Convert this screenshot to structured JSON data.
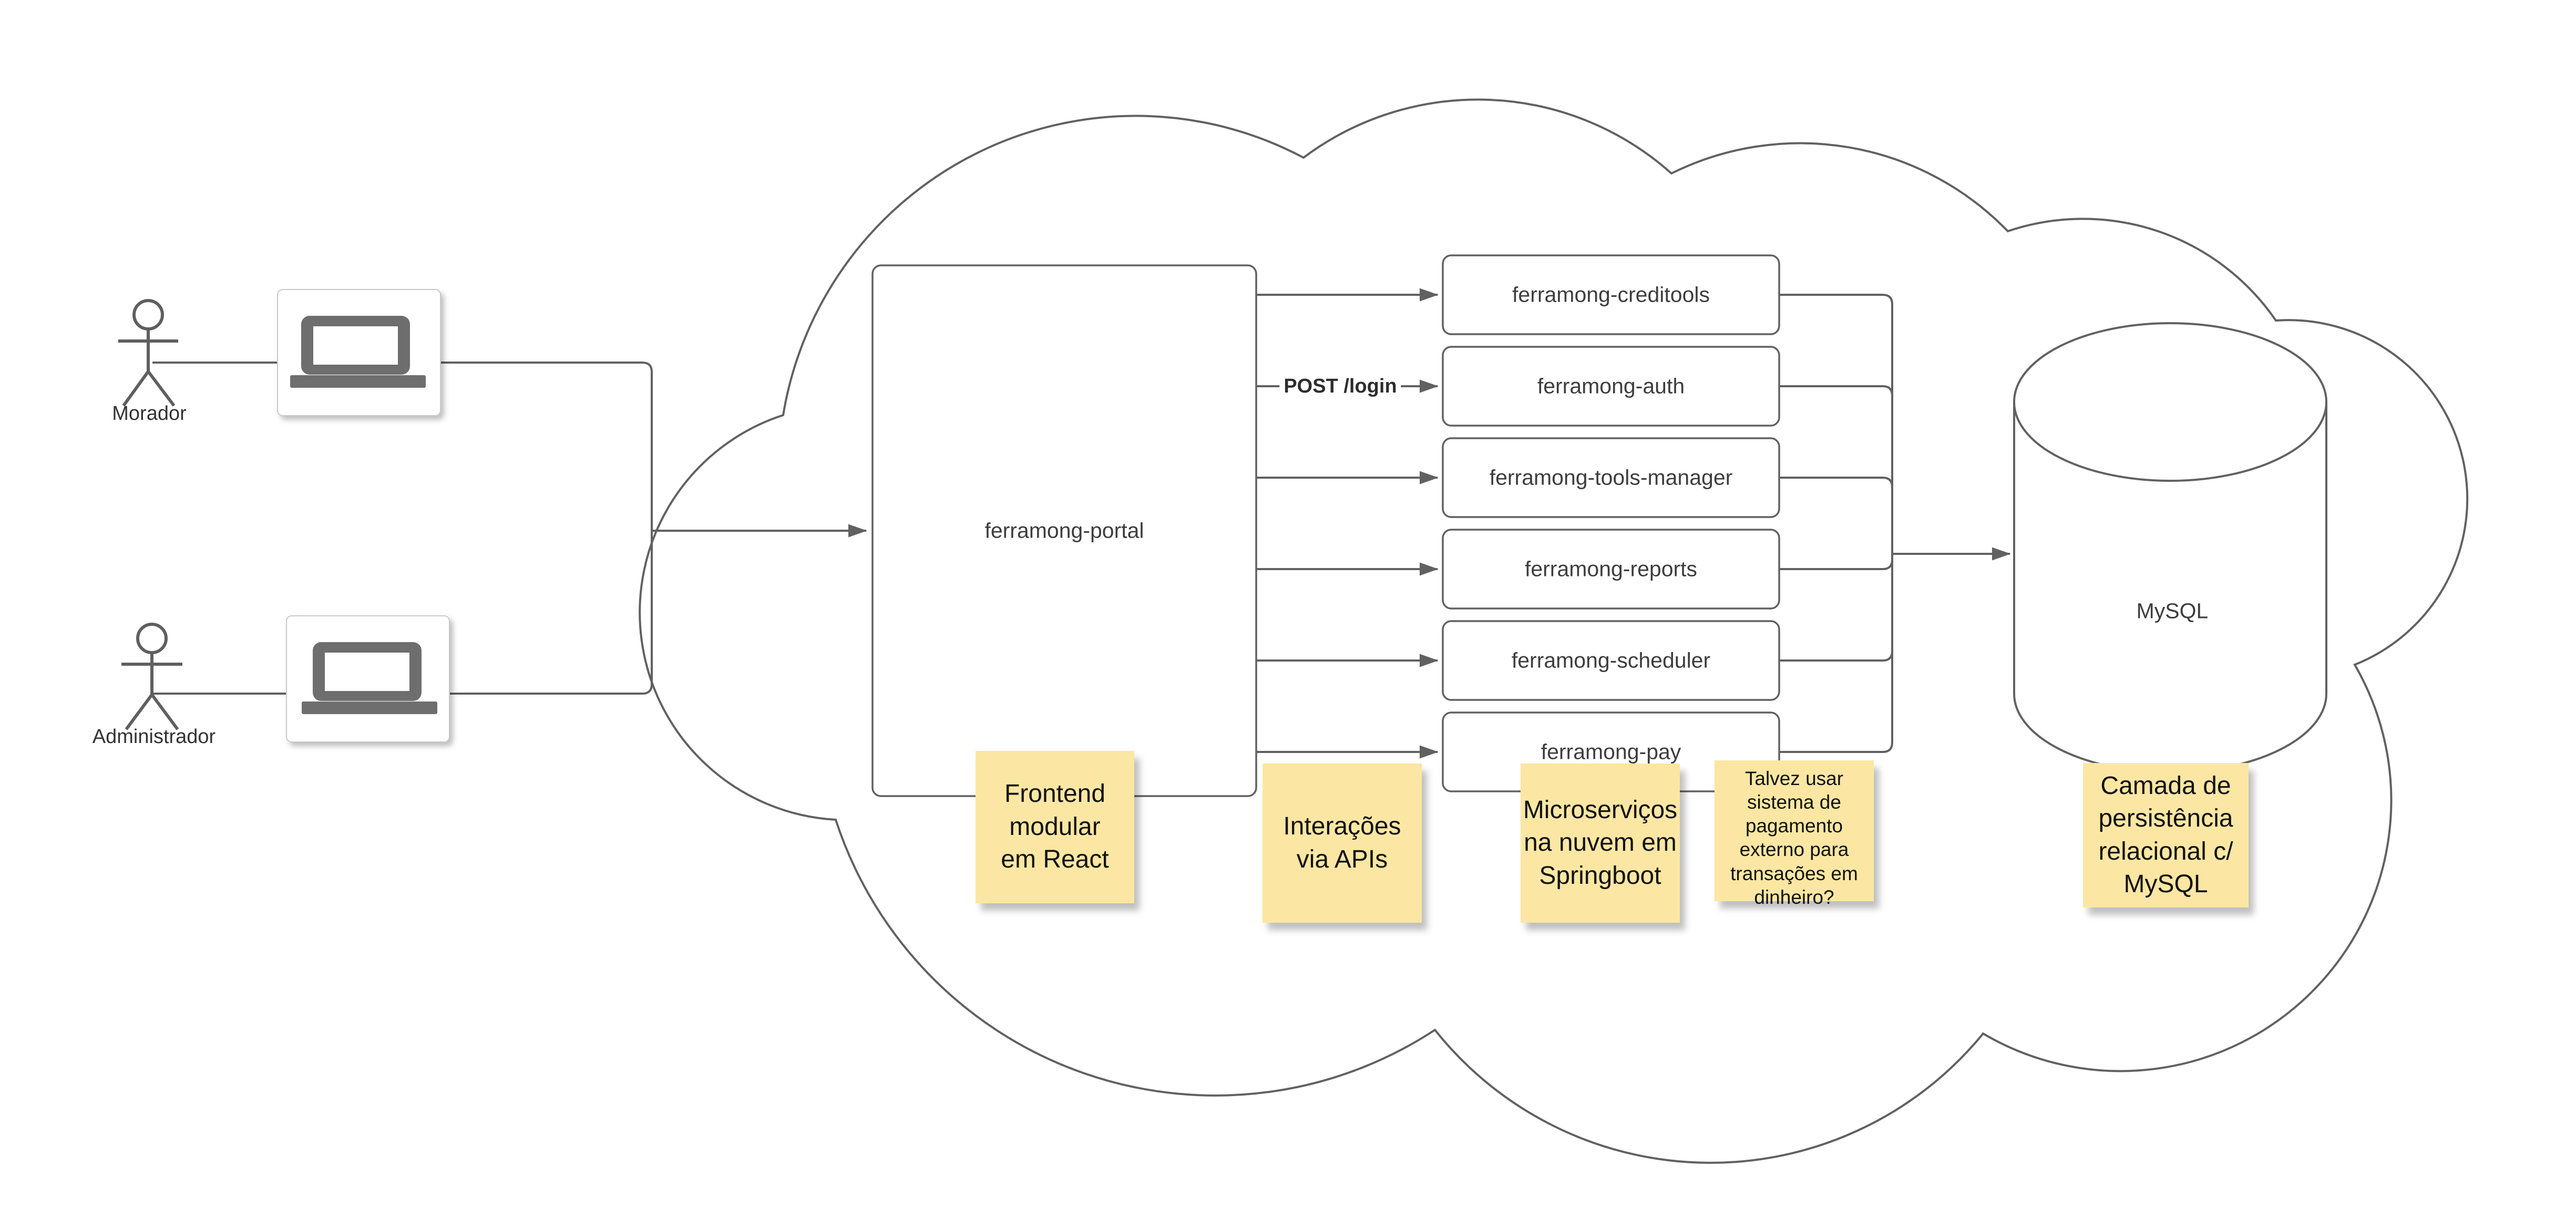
{
  "actors": [
    {
      "label": "Morador"
    },
    {
      "label": "Administrador"
    }
  ],
  "frontend": {
    "label": "ferramong-portal"
  },
  "services": [
    {
      "label": "ferramong-creditools"
    },
    {
      "label": "ferramong-auth"
    },
    {
      "label": "ferramong-tools-manager"
    },
    {
      "label": "ferramong-reports"
    },
    {
      "label": "ferramong-scheduler"
    },
    {
      "label": "ferramong-pay"
    }
  ],
  "database": {
    "label": "MySQL"
  },
  "edge_labels": {
    "auth_request": "POST /login"
  },
  "notes": [
    {
      "text": "Frontend\nmodular\nem React"
    },
    {
      "text": "Interações\nvia APIs"
    },
    {
      "text": "Microserviços\nna nuvem em\nSpringboot"
    },
    {
      "text": "Talvez usar\nsistema de\npagamento\nexterno para\ntransações em\ndinheiro?"
    },
    {
      "text": "Camada de\npersistência\nrelacional c/\nMySQL"
    }
  ],
  "colors": {
    "stroke": "#616161",
    "note_fill": "#FBE7A3",
    "box_fill": "#FFFFFF",
    "label_text": "#3D3D3D",
    "note_text": "#111111"
  }
}
